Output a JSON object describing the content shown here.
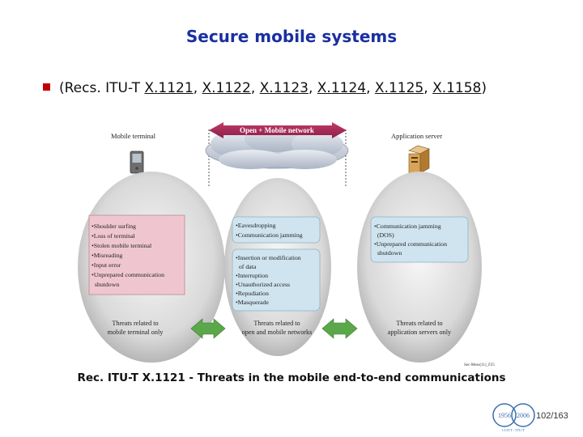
{
  "title": "Secure mobile systems",
  "recs": {
    "prefix": "(Recs. ITU-T ",
    "links": [
      "X.1121",
      "X.1122",
      "X.1123",
      "X.1124",
      "X.1125",
      "X.1158"
    ],
    "suffix": ")"
  },
  "diagram": {
    "network_label": "Open + Mobile network",
    "mobile_terminal_label": "Mobile terminal",
    "app_server_label": "Application server",
    "left_threats": [
      "•Shoulder surfing",
      "•Loss of terminal",
      "•Stolen mobile terminal",
      "•Misreading",
      "•Input error",
      "•Unprepared communication",
      "  shutdown"
    ],
    "mid_top_threats": [
      "•Eavesdropping",
      "•Communication jamming"
    ],
    "mid_bottom_threats": [
      "•Insertion or modification",
      "  of data",
      "•Interruption",
      "•Unauthorized access",
      "•Repudiation",
      "•Masquerade"
    ],
    "right_threats": [
      "•Communication jamming",
      "  (DOS)",
      "•Unprepared communication",
      "  shutdown"
    ],
    "left_caption": [
      "Threats related to",
      "mobile terminal only"
    ],
    "mid_caption": [
      "Threats related to",
      "open and mobile networks"
    ],
    "right_caption": [
      "Threats related to",
      "application servers only"
    ],
    "figure_code": "Sec-Mess(11)_F25"
  },
  "caption": "Rec. ITU-T X.1121 - Threats in the mobile end-to-end communications",
  "page_number": "102/163",
  "logo": {
    "years": [
      "1956",
      "2006"
    ],
    "text": "CCITT / ITU-T"
  },
  "colors": {
    "title": "#1a2fa0",
    "bullet": "#c00000",
    "left_box": "#efc6cf",
    "blue_box": "#cfe4ef",
    "arrow": "#5aa84a"
  }
}
